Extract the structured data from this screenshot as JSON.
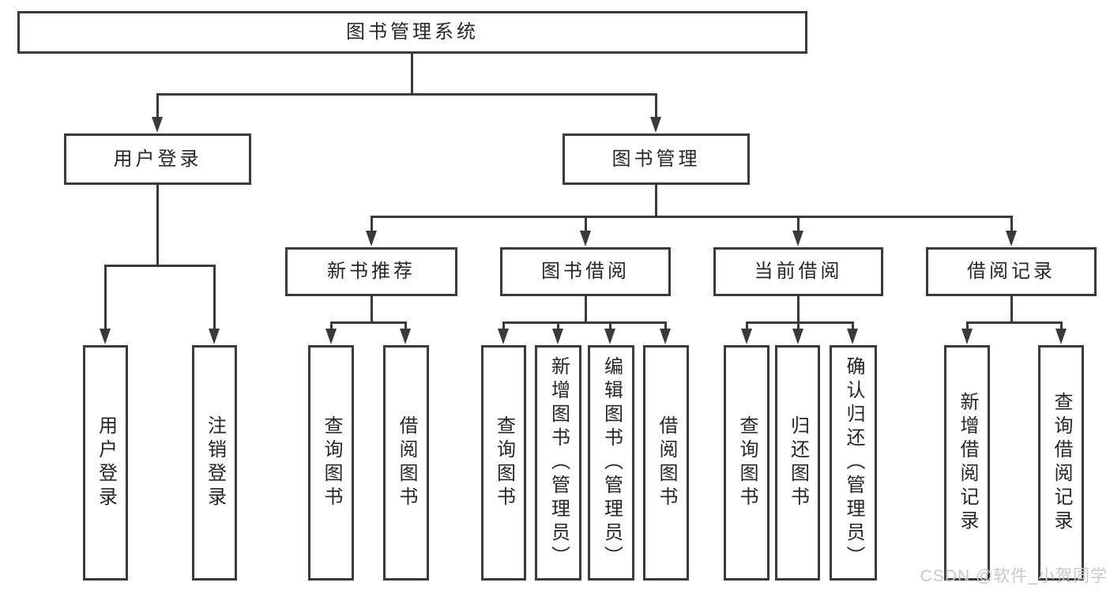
{
  "diagram": {
    "line_color": "#3a3a3a",
    "box_background": "#ffffff",
    "text_color": "#262626",
    "watermark_color": "#c8c8c8"
  },
  "tree": {
    "root": "图书管理系统",
    "branches": [
      {
        "label": "用户登录",
        "children": [
          "用户登录",
          "注销登录"
        ]
      },
      {
        "label": "图书管理",
        "children": [
          {
            "label": "新书推荐",
            "children": [
              "查询图书",
              "借阅图书"
            ]
          },
          {
            "label": "图书借阅",
            "children": [
              "查询图书",
              "新增图书（管理员）",
              "编辑图书（管理员）",
              "借阅图书"
            ]
          },
          {
            "label": "当前借阅",
            "children": [
              "查询图书",
              "归还图书",
              "确认归还（管理员）"
            ]
          },
          {
            "label": "借阅记录",
            "children": [
              "新增借阅记录",
              "查询借阅记录"
            ]
          }
        ]
      }
    ]
  },
  "watermark": {
    "text": "CSDN @软件_小贺同学"
  }
}
